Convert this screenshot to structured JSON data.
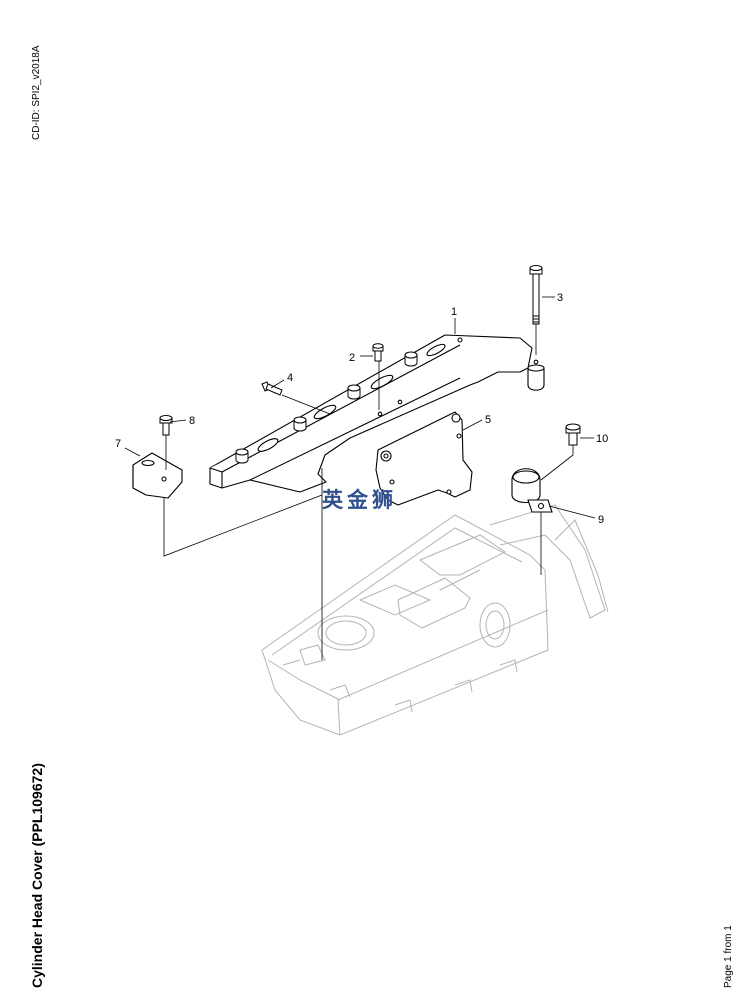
{
  "header": {
    "cd_id": "CD-ID: SPI2_v2018A"
  },
  "footer": {
    "title": "Cylinder Head Cover (PPL109672)",
    "page": "Page 1 from 1"
  },
  "watermark": {
    "text": "英金狮",
    "color": "#2f4f8f"
  },
  "callouts": [
    {
      "id": "1",
      "label": "1"
    },
    {
      "id": "2",
      "label": "2"
    },
    {
      "id": "3",
      "label": "3"
    },
    {
      "id": "4",
      "label": "4"
    },
    {
      "id": "5",
      "label": "5"
    },
    {
      "id": "7",
      "label": "7"
    },
    {
      "id": "8",
      "label": "8"
    },
    {
      "id": "9",
      "label": "9"
    },
    {
      "id": "10",
      "label": "10"
    }
  ]
}
